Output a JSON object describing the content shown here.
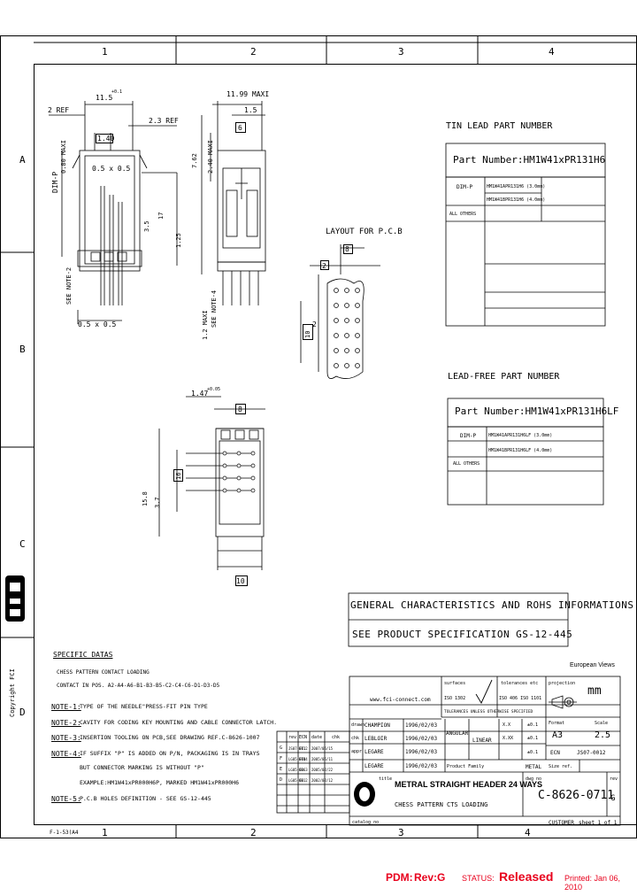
{
  "frame": {
    "columns": [
      "1",
      "2",
      "3",
      "4"
    ],
    "rows": [
      "A",
      "B",
      "C",
      "D"
    ],
    "copyright": "Copyright FCI",
    "form_code": "F-1-53(A4"
  },
  "drawing": {
    "dims": {
      "d_11_5": "11.5",
      "d_11_5_tol": "+0.1",
      "d_2_ref": "2 REF",
      "d_2_3_ref": "2.3 REF",
      "d_1_40": "1.40",
      "d_0_5x0_5": "0.5 x 0.5",
      "d_0_5x0_5_b": "0.5 x 0.5",
      "d_0_80": "0.80 MAXI",
      "d_dimp": "DIM-P",
      "d_see_note2": "SEE NOTE-2",
      "d_3_5": "3.5",
      "d_17": "17",
      "d_1_25": "1.25",
      "d_11_99": "11.99 MAXI",
      "d_1_5": "1.5",
      "d_7_62": "7.62",
      "d_2_40": "2.40 MAXI",
      "d_6": "6",
      "d_see_note4": "SEE NOTE-4",
      "d_1_2_maxi": "1.2 MAXI",
      "d_1_47": "1.47",
      "d_1_47_tol": "+0.05",
      "d_8_b": "8",
      "d_15_8": "15.8",
      "d_3_7": "3.7",
      "d_16": "16",
      "d_10": "10",
      "d_2_b": "2",
      "d_2_c": "2",
      "d_8_c": "8",
      "d_10_c": "10",
      "layout_title": "LAYOUT FOR P.C.B"
    }
  },
  "tin_lead": {
    "title": "TIN LEAD PART NUMBER",
    "part_number": "Part Number:HM1W41xPR131H6",
    "row1_label": "DIM-P",
    "row1_val1": "HM1W41APR131H6 (3.0mm)",
    "row1_val2": "HM1W41BPR131H6 (4.0mm)",
    "row2_label": "ALL OTHERS"
  },
  "lead_free": {
    "title": "LEAD-FREE PART NUMBER",
    "part_number": "Part Number:HM1W41xPR131H6LF",
    "row1_label": "DIM-P",
    "row1_val1": "HM1W41APR131H6LF (3.0mm)",
    "row1_val2": "HM1W41BPR131H6LF (4.0mm)",
    "row2_label": "ALL OTHERS"
  },
  "general": {
    "line1": "GENERAL CHARACTERISTICS AND ROHS INFORMATIONS:",
    "line2": "SEE PRODUCT SPECIFICATION GS-12-445"
  },
  "specific": {
    "title": "SPECIFIC DATAS",
    "line1": "CHESS PATTERN CONTACT LOADING",
    "line2": "CONTACT IN POS. A2-A4-A6-B1-B3-B5-C2-C4-C6-D1-D3-D5",
    "notes": [
      {
        "label": "NOTE-1:",
        "text": "TYPE OF THE NEEDLE\"PRESS-FIT PIN TYPE"
      },
      {
        "label": "NOTE-2:",
        "text": "CAVITY FOR CODING KEY MOUNTING AND CABLE CONNECTOR LATCH."
      },
      {
        "label": "NOTE-3:",
        "text": "INSERTION TOOLING ON PCB,SEE DRAWING REF.C-8626-1007"
      },
      {
        "label": "NOTE-4:",
        "text": "IF SUFFIX \"P\" IS ADDED ON P/N, PACKAGING IS IN TRAYS"
      },
      {
        "label": "",
        "text": "BUT CONNECTOR MARKING IS WITHOUT \"P\""
      },
      {
        "label": "",
        "text": "EXAMPLE:HM1W41xPR000H6P, MARKED HM1W41xPR000H6"
      },
      {
        "label": "NOTE-5:",
        "text": "P.C.B HOLES DEFINITION - SEE GS-12-445"
      }
    ]
  },
  "title_block": {
    "european_views": "European Views",
    "web": "www.fci-connect.com",
    "surface_lbl": "surfaces",
    "surface_vals": "ISO 1302",
    "tol_lbl": "tolerances etc",
    "tol_vals": "ISO 406  ISO 1101",
    "projection_lbl": "projection",
    "unit": "mm",
    "tol_note": "TOLERANCES UNLESS OTHERWISE SPECIFIED",
    "ang_lbl": "ANGULAR",
    "lin_lbl": "LINEAR",
    "x_lbl": "X.X",
    "xx_lbl": "X.XX",
    "tol1": "±0.1",
    "tol2": "±0.1",
    "tol3": "±0.1",
    "format_lbl": "Format",
    "format_val": "A3",
    "scale_lbl": "Scale",
    "scale_val": "2.5",
    "ecn_lbl": "ECN",
    "ecn_val": "JS07-0012",
    "material_lbl": "METAL",
    "product_family_lbl": "Product Family",
    "size_ref_lbl": "Size ref.",
    "title_lbl": "title",
    "title_l1": "METRAL STRAIGHT HEADER 24 WAYS",
    "title_l2": "CHESS PATTERN CTS LOADING",
    "dwg_lbl": "dwg no",
    "dwg_no": "C-8626-0711",
    "rev_lbl": "rev",
    "rev": "G",
    "customer_lbl": "CUSTOMER",
    "sheet": "sheet 1 of 1",
    "catalog_lbl": "catalog no",
    "roles": [
      {
        "role": "drawn",
        "name": "CHAMPION",
        "date": "1996/02/03"
      },
      {
        "role": "chk",
        "name": "LEBLOIR",
        "date": "1996/02/03"
      },
      {
        "role": "appr",
        "name": "LEGARE",
        "date": "1996/02/03"
      },
      {
        "role": "",
        "name": "LEGARE",
        "date": "1996/02/03"
      }
    ],
    "rev_headers": [
      "rev",
      "ECN",
      "date",
      "chk"
    ],
    "revisions": [
      {
        "rev": "G",
        "ecn": "JS07-0012",
        "date": "2007/05/15",
        "chk": "ET1"
      },
      {
        "rev": "F",
        "ecn": "LG05-0084",
        "date": "2005/05/11",
        "chk": "ET1"
      },
      {
        "rev": "E",
        "ecn": "LG05-0063",
        "date": "2005/02/22",
        "chk": "CB"
      },
      {
        "rev": "D",
        "ecn": "LG05-0012",
        "date": "2002/02/12",
        "chk": "CB"
      }
    ]
  },
  "footer": {
    "pdm_lbl": "PDM:",
    "pdm_rev": "Rev:G",
    "status_lbl": "STATUS:",
    "status_val": "Released",
    "printed": "Printed: Jan 06, 2010"
  },
  "colors": {
    "footer_red": "#e8001c",
    "line": "#000000"
  }
}
